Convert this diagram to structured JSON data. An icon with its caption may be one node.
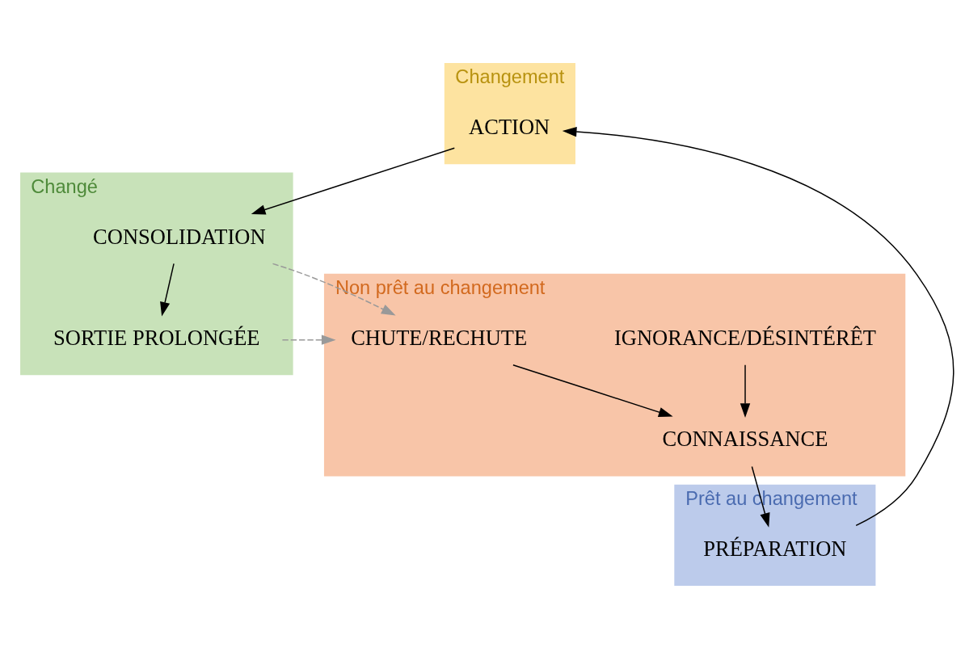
{
  "diagram": {
    "nodes": [
      {
        "text": [
          "Non prêt au changement"
        ]
      },
      {
        "text": [
          "IGNORANCE/DÉSINTÉRÊT"
        ],
        "in": 0
      },
      {
        "text": [
          "CONNAISSANCE"
        ],
        "in": 0
      },
      {
        "text": [
          "CHUTE/RECHUTE"
        ],
        "in": 0
      },
      {
        "text": [
          "Prêt au changement"
        ]
      },
      {
        "text": [
          "PRÉPARATION"
        ],
        "in": 4
      },
      {
        "text": [
          "Changement"
        ]
      },
      {
        "text": [
          "ACTION"
        ],
        "in": 6
      },
      {
        "text": [
          "Changé"
        ]
      },
      {
        "text": [
          "CONSOLIDATION"
        ],
        "in": 8
      },
      {
        "text": [
          "SORTIE PROLONGÉE"
        ],
        "in": 8
      }
    ],
    "edges": [
      {
        "from": 1,
        "to": 2,
        "arrow": "to"
      },
      {
        "from": 2,
        "to": 5,
        "arrow": "to"
      },
      {
        "from": 5,
        "to": 7,
        "arrow": "to"
      },
      {
        "from": 7,
        "to": 9,
        "arrow": "to"
      },
      {
        "from": 9,
        "to": 10,
        "arrow": "to"
      },
      {
        "from": 3,
        "to": 2,
        "arrow": "to"
      },
      {
        "from": 10,
        "to": 3,
        "arrow": "to",
        "style": "dashed",
        "color": "#999999"
      },
      {
        "from": 9,
        "to": 3,
        "arrow": "to",
        "style": "dashed",
        "color": "#999999"
      }
    ]
  }
}
